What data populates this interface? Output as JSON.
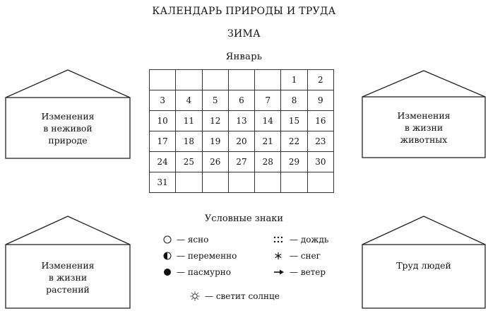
{
  "header": {
    "title": "КАЛЕНДАРЬ ПРИРОДЫ И ТРУДА",
    "season": "ЗИМА",
    "month": "Январь"
  },
  "calendar": {
    "rows": [
      [
        "",
        "",
        "",
        "",
        "",
        "1",
        "2"
      ],
      [
        "3",
        "4",
        "5",
        "6",
        "7",
        "8",
        "9"
      ],
      [
        "10",
        "11",
        "12",
        "13",
        "14",
        "15",
        "16"
      ],
      [
        "17",
        "18",
        "19",
        "20",
        "21",
        "22",
        "23"
      ],
      [
        "24",
        "25",
        "26",
        "27",
        "28",
        "29",
        "30"
      ],
      [
        "31",
        "",
        "",
        "",
        "",
        "",
        ""
      ]
    ]
  },
  "houses": {
    "nonliving": [
      "Изменения",
      "в неживой",
      "природе"
    ],
    "animals": [
      "Изменения",
      "в жизни",
      "животных"
    ],
    "plants": [
      "Изменения",
      "в жизни",
      "растений"
    ],
    "labor": [
      "Труд людей"
    ]
  },
  "legend": {
    "title": "Условные знаки",
    "items": {
      "clear": {
        "symbol": "empty-circle-icon",
        "label": "— ясно"
      },
      "variable": {
        "symbol": "half-filled-circle-icon",
        "label": "— переменно"
      },
      "overcast": {
        "symbol": "filled-circle-icon",
        "label": "— пасмурно"
      },
      "rain": {
        "symbol": "dots-icon",
        "label": "— дождь"
      },
      "snow": {
        "symbol": "snowflake-icon",
        "label": "— снег"
      },
      "wind": {
        "symbol": "arrow-right-icon",
        "label": "— ветер"
      },
      "sun": {
        "symbol": "sun-icon",
        "label": "— светит солнце"
      }
    }
  }
}
